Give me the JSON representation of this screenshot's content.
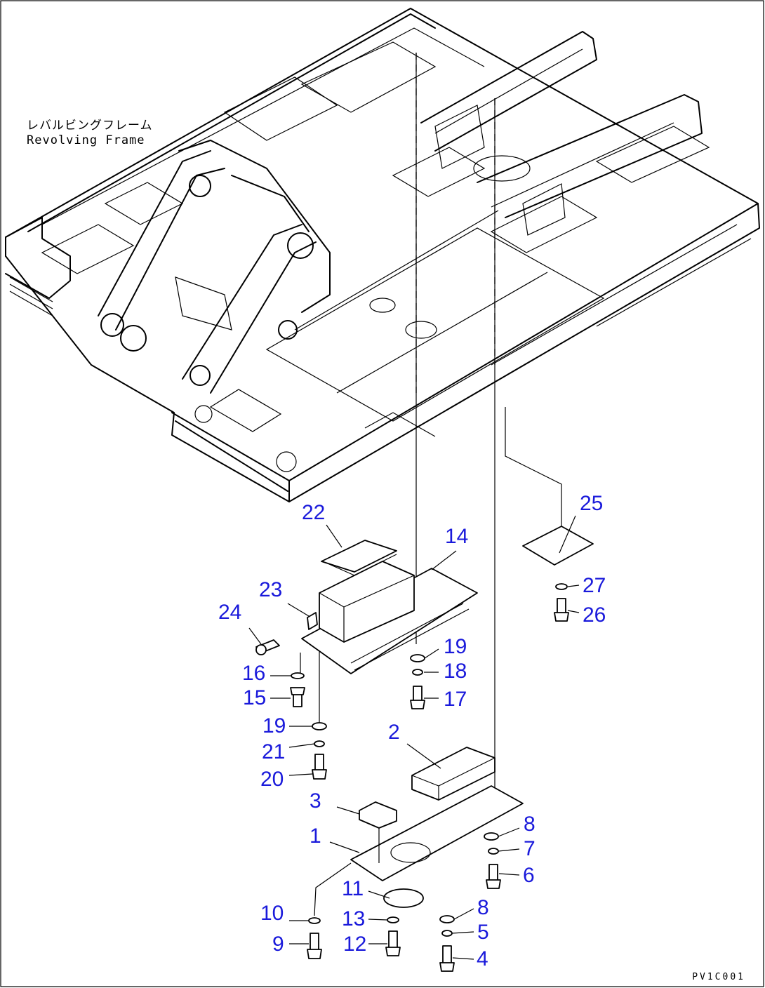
{
  "frame_label": {
    "japanese": "レバルビングフレーム",
    "english": "Revolving Frame"
  },
  "callouts": [
    {
      "id": "c1",
      "text": "1"
    },
    {
      "id": "c2",
      "text": "2"
    },
    {
      "id": "c3",
      "text": "3"
    },
    {
      "id": "c4",
      "text": "4"
    },
    {
      "id": "c5",
      "text": "5"
    },
    {
      "id": "c6",
      "text": "6"
    },
    {
      "id": "c7",
      "text": "7"
    },
    {
      "id": "c8a",
      "text": "8"
    },
    {
      "id": "c8b",
      "text": "8"
    },
    {
      "id": "c9",
      "text": "9"
    },
    {
      "id": "c10",
      "text": "10"
    },
    {
      "id": "c11",
      "text": "11"
    },
    {
      "id": "c12",
      "text": "12"
    },
    {
      "id": "c13",
      "text": "13"
    },
    {
      "id": "c14",
      "text": "14"
    },
    {
      "id": "c15",
      "text": "15"
    },
    {
      "id": "c16",
      "text": "16"
    },
    {
      "id": "c17",
      "text": "17"
    },
    {
      "id": "c18",
      "text": "18"
    },
    {
      "id": "c19a",
      "text": "19"
    },
    {
      "id": "c19b",
      "text": "19"
    },
    {
      "id": "c20",
      "text": "20"
    },
    {
      "id": "c21",
      "text": "21"
    },
    {
      "id": "c22",
      "text": "22"
    },
    {
      "id": "c23",
      "text": "23"
    },
    {
      "id": "c24",
      "text": "24"
    },
    {
      "id": "c25",
      "text": "25"
    },
    {
      "id": "c26",
      "text": "26"
    },
    {
      "id": "c27",
      "text": "27"
    }
  ],
  "figure_code": "PV1C001",
  "colors": {
    "callout": "#1a1adb",
    "line": "#000000",
    "background": "#ffffff"
  }
}
